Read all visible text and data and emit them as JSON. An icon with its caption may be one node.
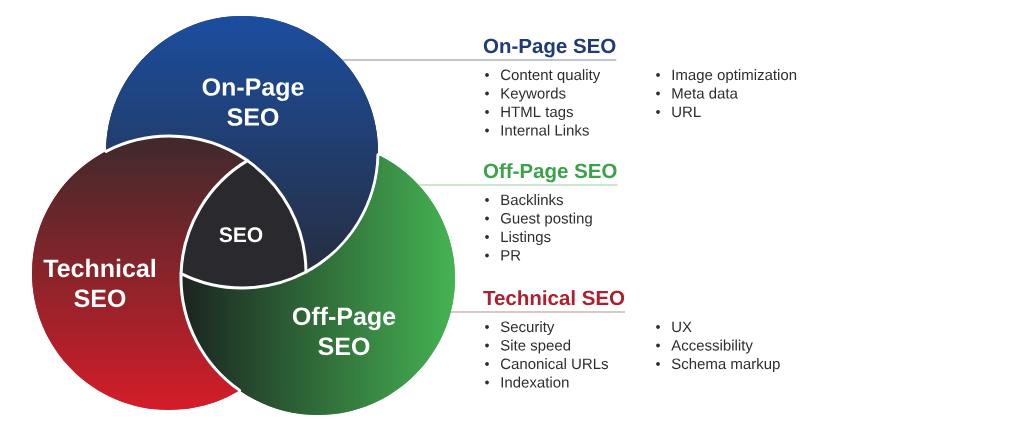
{
  "diagram": {
    "nodes": [
      {
        "text": [
          "On-Page SEO"
        ]
      },
      {
        "text": [
          "SEO"
        ]
      },
      {
        "text": [
          "Technical SEO"
        ]
      },
      {
        "text": [
          "Off-Page SEO"
        ]
      },
      {
        "text": [
          "On-Page SEO",
          "Content quality",
          "Keywords",
          "HTML tags",
          "Internal Links",
          "Image optimization",
          "Meta data",
          "URL"
        ]
      },
      {
        "text": [
          "Off-Page SEO",
          "Backlinks",
          "Guest posting",
          "Listings",
          "PR"
        ]
      },
      {
        "text": [
          "Technical SEO",
          "Security",
          "Site speed",
          "Canonical URLs",
          "Indexation",
          "UX",
          "Accessibility",
          "Schema markup"
        ]
      }
    ],
    "edges": [
      {
        "from": 0,
        "to": 4,
        "arrow": "none",
        "color": "#878ba0"
      },
      {
        "from": 3,
        "to": 5,
        "arrow": "none",
        "color": "#9ccaa4"
      },
      {
        "from": 3,
        "to": 6,
        "arrow": "none",
        "color": "#b88e94"
      }
    ]
  }
}
